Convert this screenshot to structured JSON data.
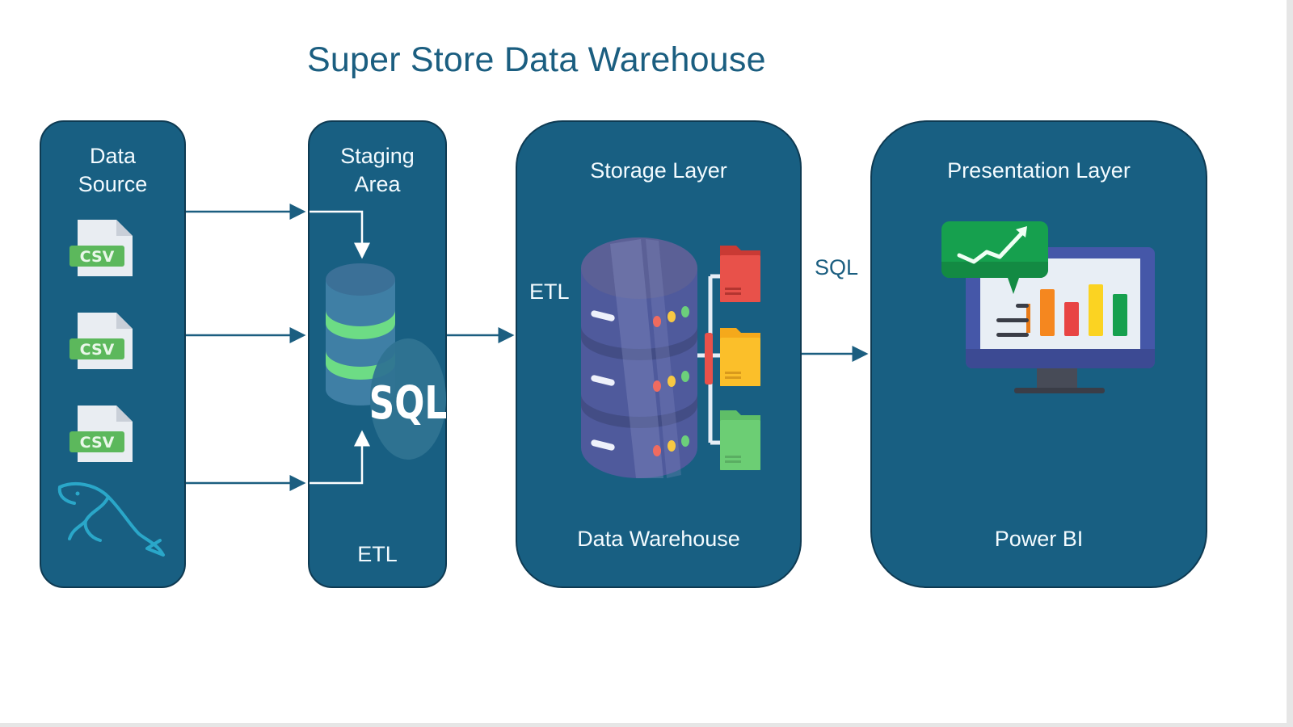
{
  "title": "Super Store Data Warehouse",
  "colors": {
    "panel": "#185f82",
    "panel_border": "#0e3a52",
    "title_text": "#1b5e80",
    "arrow": "#1b5e80",
    "csv_badge": "#5cb85c",
    "staging_db": "#3f7fa5",
    "staging_band": "#6ddc85",
    "warehouse_db": "#4f5a9c",
    "folder_red": "#e8514a",
    "folder_yellow": "#fbbf2a",
    "folder_green": "#6cce74"
  },
  "panels": {
    "source": {
      "title_line1": "Data",
      "title_line2": "Source",
      "items": [
        {
          "type": "csv-file",
          "label": "CSV"
        },
        {
          "type": "csv-file",
          "label": "CSV"
        },
        {
          "type": "csv-file",
          "label": "CSV"
        },
        {
          "type": "mysql-dolphin",
          "label": ""
        }
      ]
    },
    "staging": {
      "title_line1": "Staging",
      "title_line2": "Area",
      "badge": "SQL",
      "footer": "ETL"
    },
    "storage": {
      "title": "Storage Layer",
      "footer": "Data Warehouse"
    },
    "presentation": {
      "title": "Presentation Layer",
      "footer": "Power BI"
    }
  },
  "flow_labels": {
    "etl": "ETL",
    "sql": "SQL"
  }
}
